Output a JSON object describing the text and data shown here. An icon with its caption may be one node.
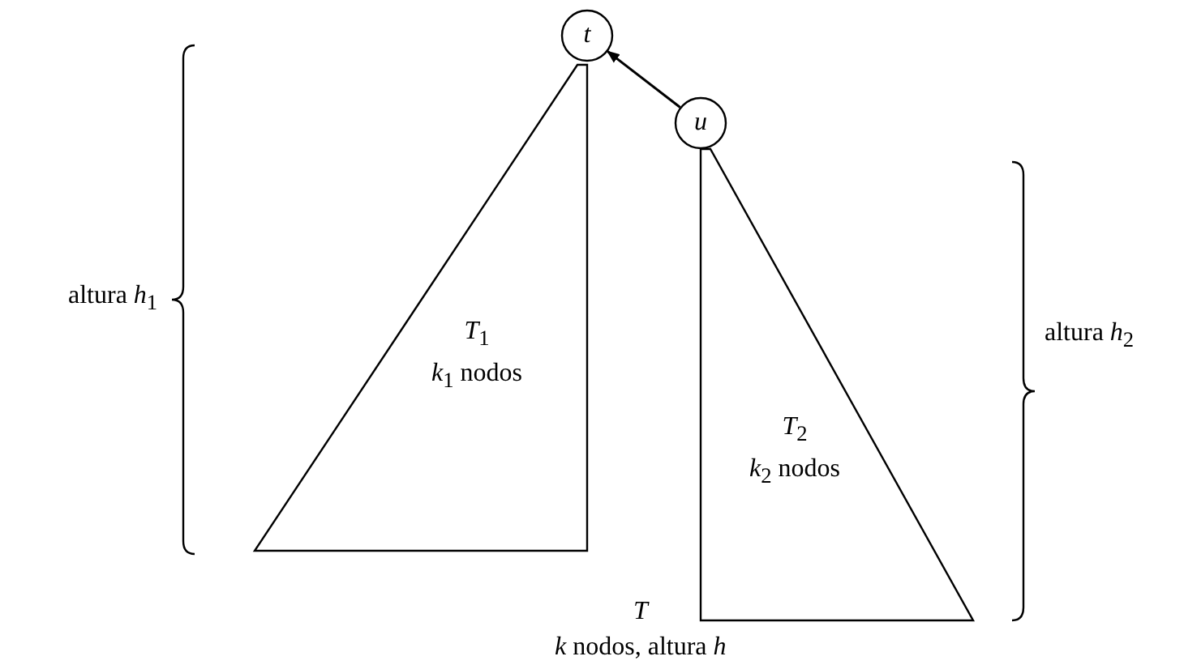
{
  "diagram": {
    "nodes": [
      {
        "text": [
          "*t*"
        ]
      },
      {
        "text": [
          "*T*$_{1}$",
          "*k*$_{1}$ nodos"
        ]
      },
      {
        "text": [
          "*u*"
        ]
      },
      {
        "text": [
          "*T*$_{2}$",
          "*k*$_{2}$ nodos"
        ]
      }
    ],
    "edges": [
      {
        "from": 2,
        "to": 0,
        "arrow": "to"
      }
    ],
    "labels": [
      "altura *h*$_{1}$",
      "altura *h*$_{2}$",
      "*T*",
      "*k* nodos, altura *h*"
    ]
  }
}
